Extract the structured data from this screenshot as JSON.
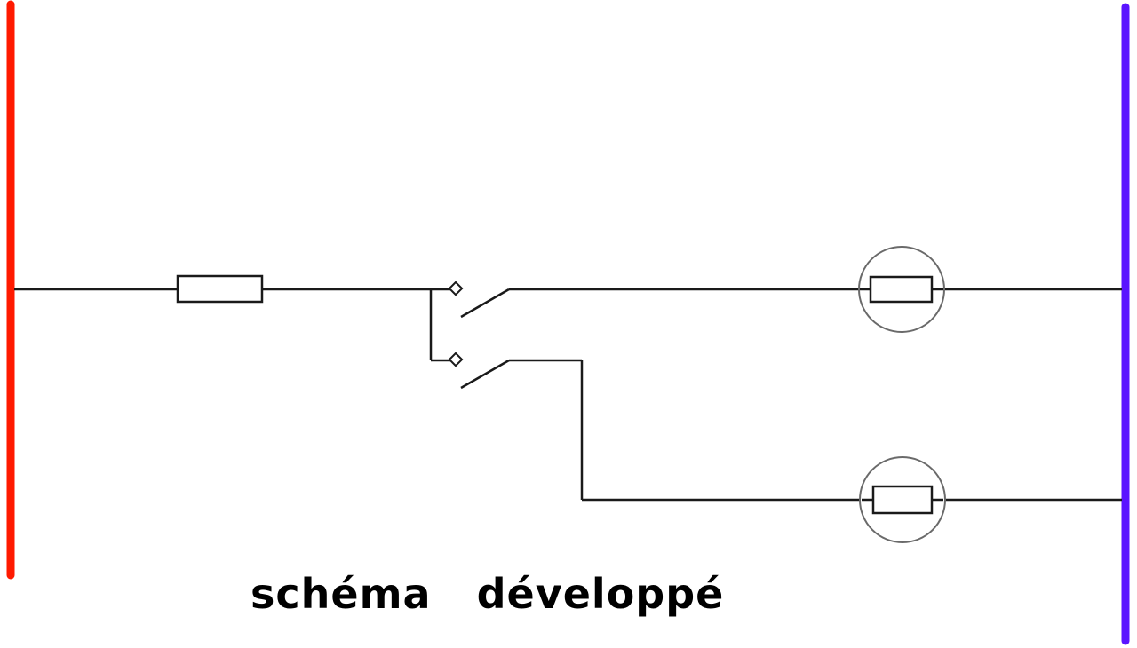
{
  "diagram": {
    "caption": "schéma   développé",
    "colors": {
      "phase_rail": "#ff1a00",
      "neutral_rail": "#5a14ff",
      "wire": "#1a1a1a",
      "lamp_outline": "#6a6a6a",
      "background": "#ffffff"
    },
    "components": [
      {
        "id": "phase-rail",
        "kind": "bus-bar"
      },
      {
        "id": "neutral-rail",
        "kind": "bus-bar"
      },
      {
        "id": "fuse",
        "kind": "fuse"
      },
      {
        "id": "switch-1",
        "kind": "switch-contact"
      },
      {
        "id": "switch-2",
        "kind": "switch-contact"
      },
      {
        "id": "lamp-1",
        "kind": "lamp"
      },
      {
        "id": "lamp-2",
        "kind": "lamp"
      }
    ]
  }
}
